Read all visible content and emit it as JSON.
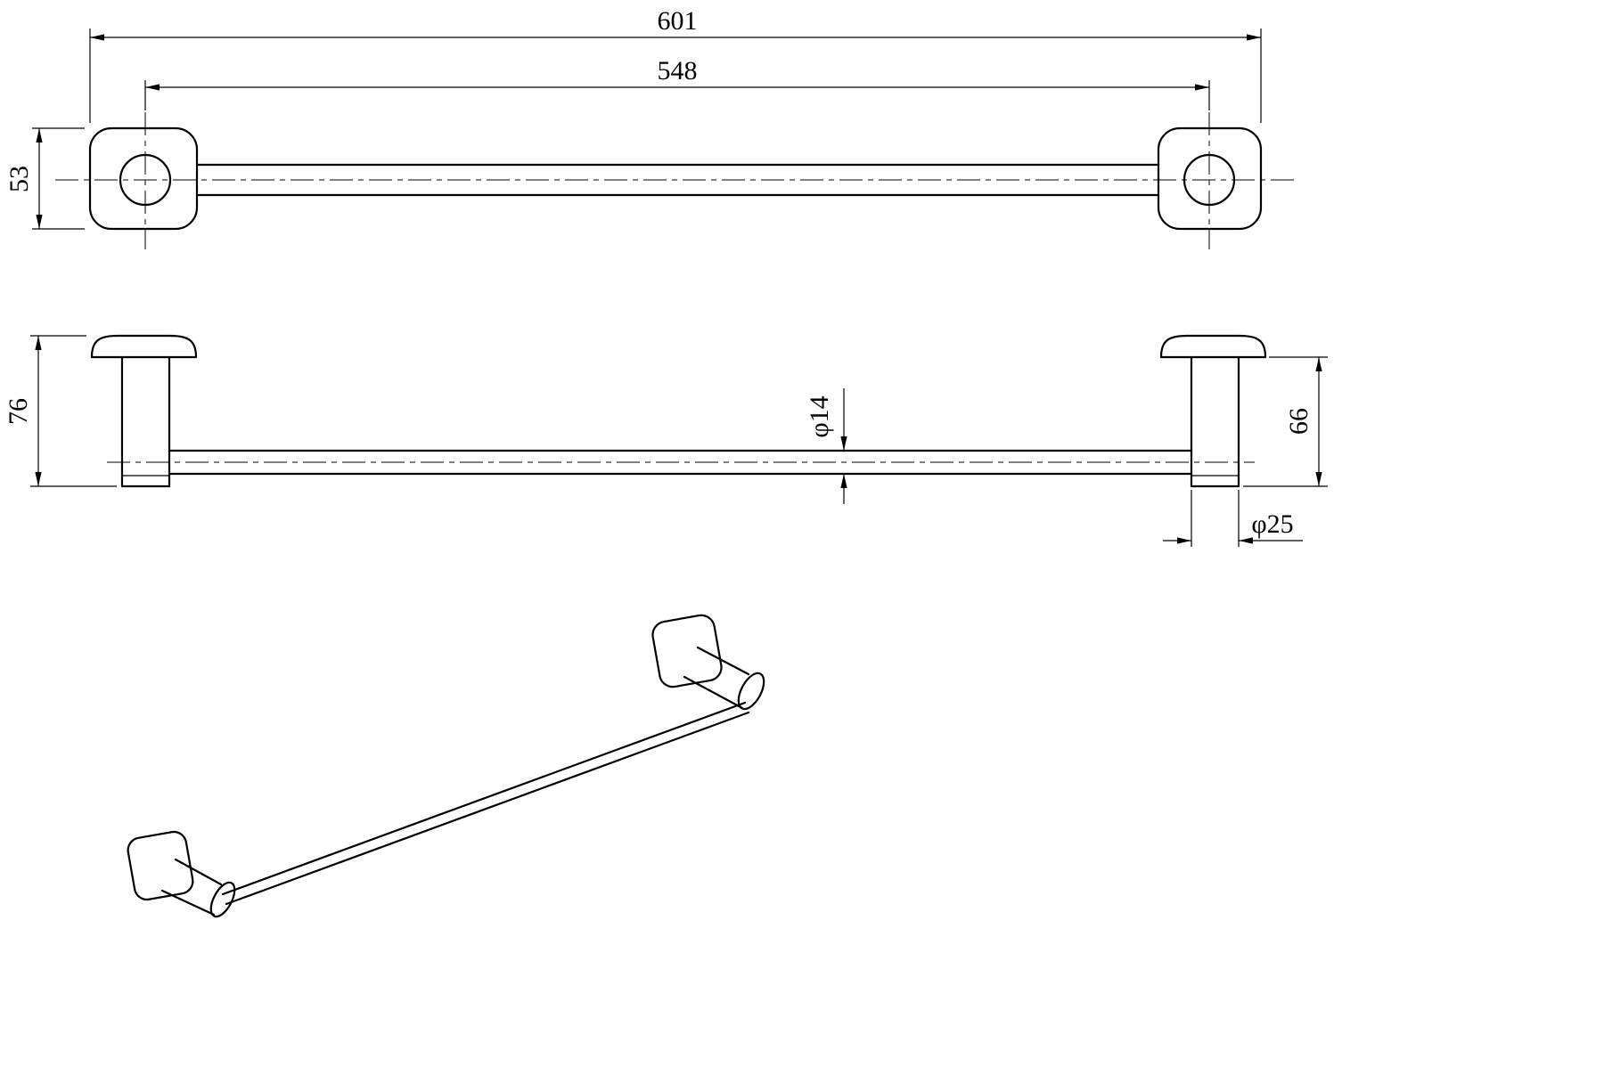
{
  "canvas": {
    "background": "#ffffff",
    "line_color": "#000000"
  },
  "drawing": {
    "subject": "towel-bar-technical-drawing",
    "front_view": {
      "overall_length": "601",
      "mount_center_distance": "548",
      "bracket_height": "53"
    },
    "side_view": {
      "left_projection": "76",
      "bar_diameter": "φ14",
      "right_projection": "66",
      "post_diameter": "φ25"
    }
  }
}
